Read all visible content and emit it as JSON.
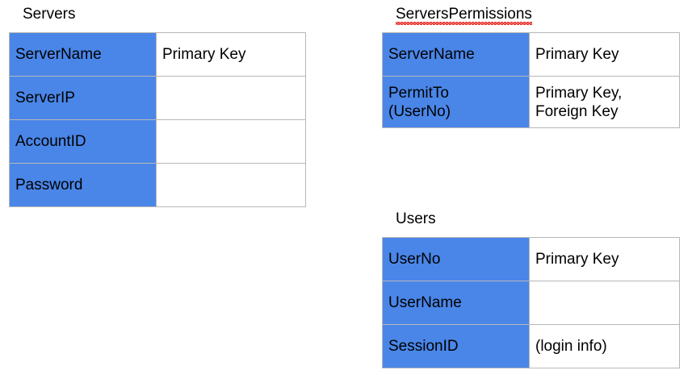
{
  "diagram": {
    "type": "entity-relationship-table-list",
    "background_color": "#ffffff",
    "field_cell_color": "#4a86e8",
    "border_color": "#b7b7b7",
    "text_color": "#000000",
    "spellcheck_underline_color": "#e8302a",
    "entities": [
      {
        "id": "servers",
        "title": "Servers",
        "misspelled_title": false,
        "rows": [
          {
            "field": "ServerName",
            "note": "Primary Key"
          },
          {
            "field": "ServerIP",
            "note": ""
          },
          {
            "field": "AccountID",
            "note": ""
          },
          {
            "field": "Password",
            "note": ""
          }
        ]
      },
      {
        "id": "serverspermissions",
        "title": "ServersPermissions",
        "misspelled_title": true,
        "rows": [
          {
            "field": "ServerName",
            "note": "Primary Key"
          },
          {
            "field_line1": "PermitTo",
            "field_line2": "(UserNo)",
            "note_line1": "Primary Key,",
            "note_line2": "Foreign Key"
          }
        ]
      },
      {
        "id": "users",
        "title": "Users",
        "misspelled_title": false,
        "rows": [
          {
            "field": "UserNo",
            "note": "Primary Key"
          },
          {
            "field": "UserName",
            "note": ""
          },
          {
            "field": "SessionID",
            "note": "(login info)"
          }
        ]
      }
    ]
  }
}
